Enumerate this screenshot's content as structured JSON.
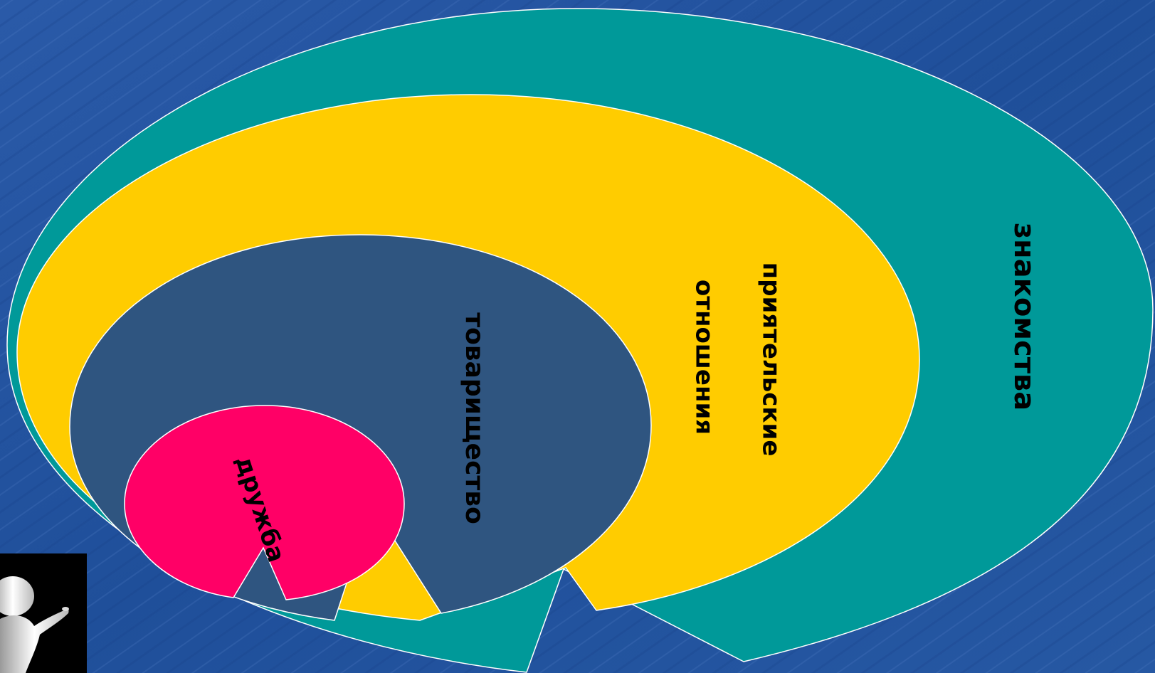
{
  "diagram": {
    "levels": [
      {
        "id": "acquaintance",
        "label": "знакомства",
        "color": "#009999"
      },
      {
        "id": "friendly-relations",
        "label_lines": [
          "приятельские",
          "отношения"
        ],
        "color": "#ffcc00"
      },
      {
        "id": "comradeship",
        "label": "товарищество",
        "color": "#2f5580"
      },
      {
        "id": "friendship",
        "label": "дружба",
        "color": "#ff0066"
      }
    ],
    "background_color": "#2553a0",
    "outline_color": "#ffffff"
  },
  "figure": {
    "icon": "person-pointing-icon"
  }
}
